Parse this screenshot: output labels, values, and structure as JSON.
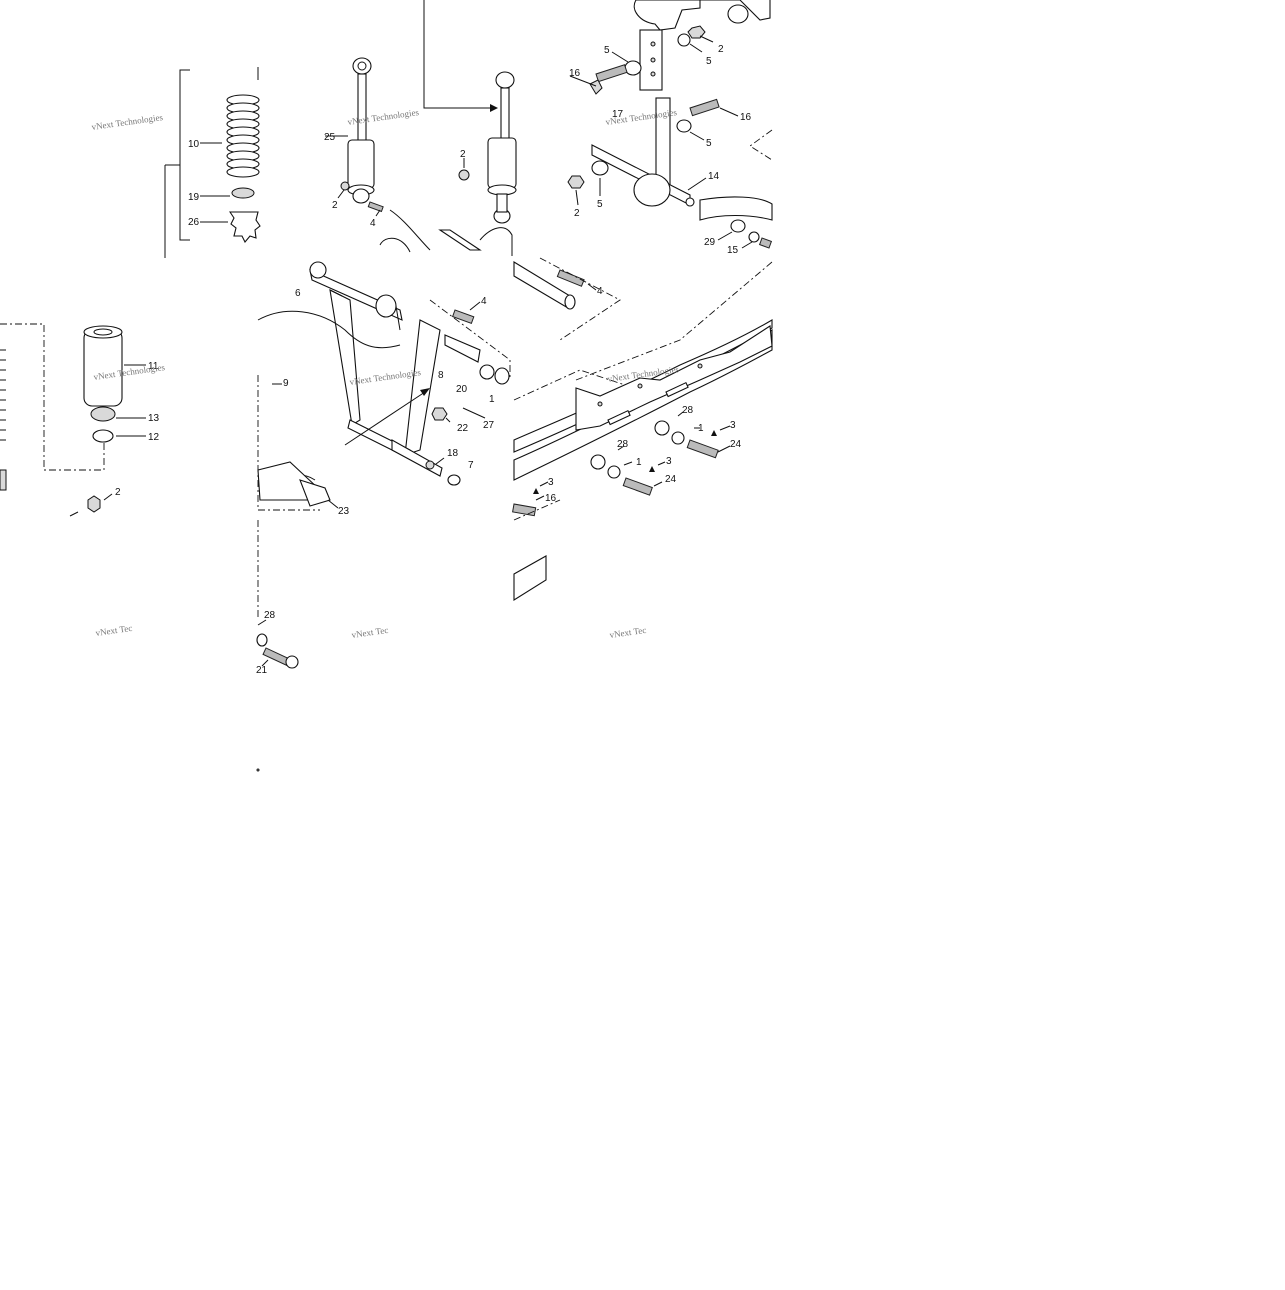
{
  "diagram": {
    "watermark": "vNext Technologies",
    "watermark_partial": "vNext Tec",
    "callouts": [
      {
        "id": "c1",
        "label": "10"
      },
      {
        "id": "c2",
        "label": "19"
      },
      {
        "id": "c3",
        "label": "26"
      },
      {
        "id": "c4",
        "label": "25"
      },
      {
        "id": "c5",
        "label": "2"
      },
      {
        "id": "c6",
        "label": "4"
      },
      {
        "id": "c7",
        "label": "2"
      },
      {
        "id": "c8",
        "label": "5"
      },
      {
        "id": "c9",
        "label": "2"
      },
      {
        "id": "c10",
        "label": "5"
      },
      {
        "id": "c11",
        "label": "16"
      },
      {
        "id": "c12",
        "label": "17"
      },
      {
        "id": "c13",
        "label": "16"
      },
      {
        "id": "c14",
        "label": "5"
      },
      {
        "id": "c15",
        "label": "14"
      },
      {
        "id": "c16",
        "label": "2"
      },
      {
        "id": "c17",
        "label": "5"
      },
      {
        "id": "c18",
        "label": "29"
      },
      {
        "id": "c19",
        "label": "15"
      },
      {
        "id": "c20",
        "label": "6"
      },
      {
        "id": "c21",
        "label": "4"
      },
      {
        "id": "c22",
        "label": "4"
      },
      {
        "id": "c23",
        "label": "9"
      },
      {
        "id": "c24",
        "label": "8"
      },
      {
        "id": "c25",
        "label": "20"
      },
      {
        "id": "c26",
        "label": "1"
      },
      {
        "id": "c27",
        "label": "22"
      },
      {
        "id": "c28",
        "label": "27"
      },
      {
        "id": "c29",
        "label": "18"
      },
      {
        "id": "c30",
        "label": "7"
      },
      {
        "id": "c31",
        "label": "23"
      },
      {
        "id": "c32",
        "label": "11"
      },
      {
        "id": "c33",
        "label": "13"
      },
      {
        "id": "c34",
        "label": "12"
      },
      {
        "id": "c35",
        "label": "2"
      },
      {
        "id": "c36",
        "label": "28"
      },
      {
        "id": "c37",
        "label": "1"
      },
      {
        "id": "c38",
        "label": "3"
      },
      {
        "id": "c39",
        "label": "24"
      },
      {
        "id": "c40",
        "label": "28"
      },
      {
        "id": "c41",
        "label": "1"
      },
      {
        "id": "c42",
        "label": "3"
      },
      {
        "id": "c43",
        "label": "24"
      },
      {
        "id": "c44",
        "label": "3"
      },
      {
        "id": "c45",
        "label": "16"
      },
      {
        "id": "c46",
        "label": "28"
      },
      {
        "id": "c47",
        "label": "21"
      }
    ]
  }
}
